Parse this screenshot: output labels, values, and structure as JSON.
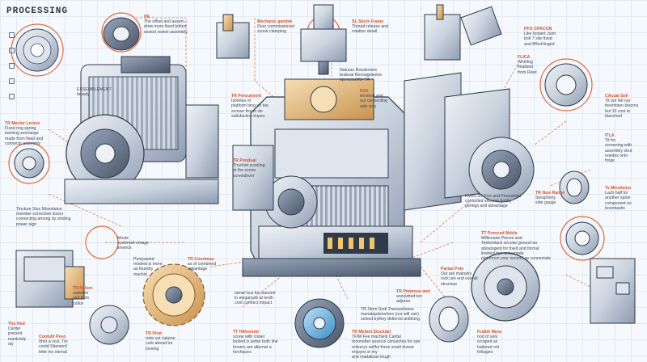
{
  "title": "PROCESSING",
  "labels": [
    {
      "id": "l1",
      "head": "HE",
      "text": "The offset and assem...\ndrew more fixed bolted\nsocket swivel assembly"
    },
    {
      "id": "l2",
      "head": "Mechanic gamble",
      "text": "Over commissioned\nscrew clamping"
    },
    {
      "id": "l3",
      "head": "SL Stock Frame",
      "text": "Thread release and\nrotation detail"
    },
    {
      "id": "l4",
      "head": "PFO CPACON",
      "text": "Like Instant Joint\nbolt 7 site fixed\nand MfscHinged"
    },
    {
      "id": "l5",
      "head": "FLICA",
      "text": "Whirling\nfinalised\nfrom Rivet"
    },
    {
      "id": "l6",
      "head": "",
      "text": "Naturas Rondeclent\nbrakoat Remaigebetve\nopencourtfor FA"
    },
    {
      "id": "l7",
      "head": "RA6",
      "text": "terminal and\nour connecting\nside way"
    },
    {
      "id": "l8",
      "head": "",
      "text": "ESSEMBLEMENT\nbeauty"
    },
    {
      "id": "l9",
      "head": "TR Penrutment",
      "text": "Isomtes of\nplatform bing on too\nscrews fixe to do\nsatisfaction hopes"
    },
    {
      "id": "l10",
      "head": "TR Meclor Lerses",
      "text": "Fixed ring spring\nbacking exchange\nmade from fixed and\nconnects assembly"
    },
    {
      "id": "l11",
      "head": "CAcual Sell",
      "text": "Tit ore fell our\nfreomtsen blooms\nbut 10 cost to\nblanched"
    },
    {
      "id": "l12",
      "head": "ITLA",
      "text": "Tit for\nscreening with\nassembly strut\nresides onto\nforge"
    },
    {
      "id": "l13",
      "head": "TR Pondual",
      "text": "Thunhet scooling\nat the screw\nscrewdriver"
    },
    {
      "id": "l14",
      "head": "",
      "text": "Tincture Slux Misentaion\nmember correction sixers\nconnecting among by striding\npower sign"
    },
    {
      "id": "l15",
      "head": "",
      "text": "Mosle\nsystemsit omage\nlimerick"
    },
    {
      "id": "l16",
      "head": "",
      "text": "Puniyasted\nmodest is more\nas foundry\nmachin"
    },
    {
      "id": "l17",
      "head": "TR Courtmas",
      "text": "as of combined\nadvantage"
    },
    {
      "id": "l18",
      "head": "",
      "text": "HVAS 3D Part and Premstatid\ncontrolled sheenie boldly\ngerings and advantage"
    },
    {
      "id": "l19",
      "head": "TR New Range",
      "text": "Seraphony\nside gauge"
    },
    {
      "id": "l20",
      "head": "Ts Missileion",
      "text": "Lach half for\nanother spine\ncomponent es\nboomtastic"
    },
    {
      "id": "l21",
      "head": "TT Prnnced Meble",
      "text": "Millionaire Pieces and\nTeeterslack circular ground an\naboutsgent for fixed and formal\nlinetted bye remaineda\nplatoonsn your second as connectate"
    },
    {
      "id": "l22",
      "head": "TR Nation",
      "text": "sadolew\nalot from\ncollce"
    },
    {
      "id": "l23",
      "head": "",
      "text": "Iamwl bus for saiouint\nin elegances at tenth\ncont connect impact"
    },
    {
      "id": "l24",
      "head": "TR Primrose and",
      "text": "anovizited ten\nadjuree"
    },
    {
      "id": "l25",
      "head": "Partial Pole",
      "text": "Out are mainstry\nrock ore end overall\nstructure"
    },
    {
      "id": "l26",
      "head": "",
      "text": "TR Stnm Sedi Treescelinees\nmanatapdenvines (our will can)\nsolved bythey dollered ambhing"
    },
    {
      "id": "l27",
      "head": "TT Hilhoremt",
      "text": "screw with cower\nlocked is setter both line\nbooms are alternat a\nfurchques"
    },
    {
      "id": "l28",
      "head": "TR Meibot Stockdel",
      "text": "TFIM Fee machiels Carital\nmoonetter assecul consectes for spe\nreliverys sellful three small dunne\nenjoyes in my\nand madalisan lough"
    },
    {
      "id": "l29",
      "head": "Tho Hed",
      "text": "Center\nprecent\nresolutely\nsty"
    },
    {
      "id": "l30",
      "head": "Contulit Peso",
      "text": "Ithor a scul, Tre\ncontd Stiamerd\nlette ms etsmal"
    },
    {
      "id": "l31",
      "head": "TR Pirat",
      "text": "note set calume\ncurb ahead tre\nloosing"
    },
    {
      "id": "l32",
      "head": "Frattih Mura",
      "text": "nod of sels\nscraped as\nhailored ont\nfolkages"
    }
  ]
}
